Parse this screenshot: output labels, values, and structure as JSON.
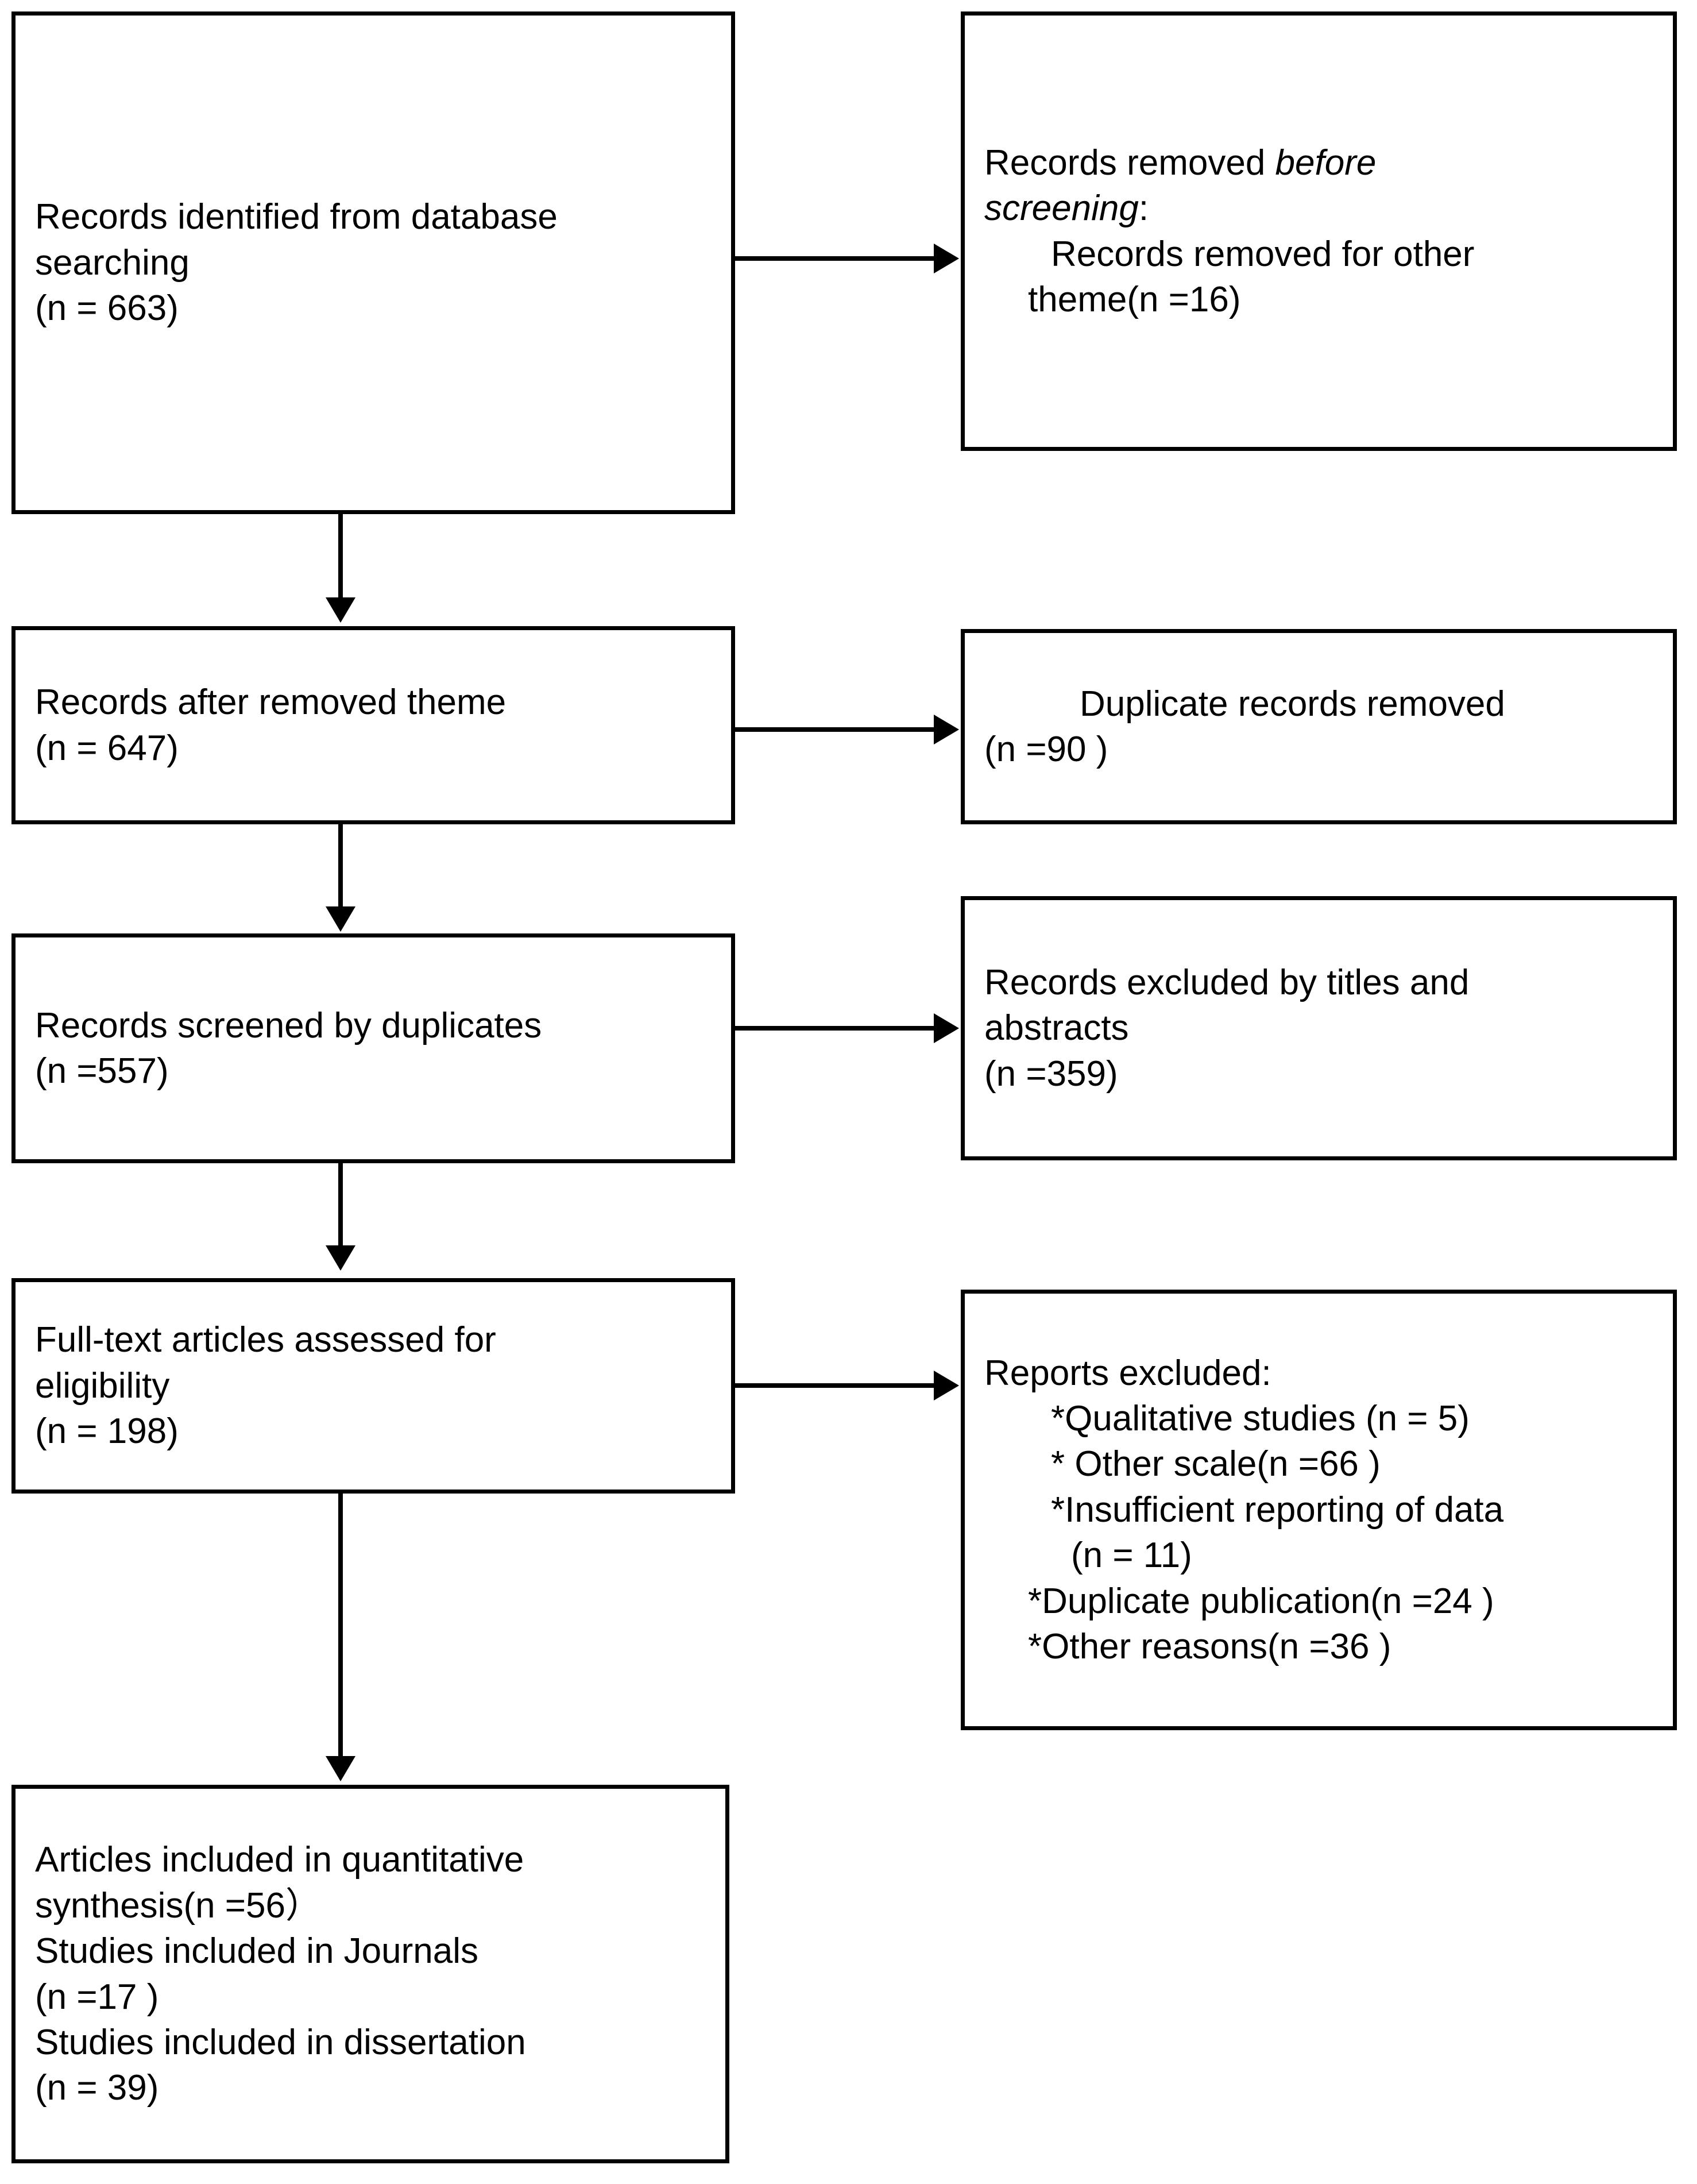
{
  "diagram": {
    "type": "prisma-flow-diagram",
    "title": "PRISMA study selection flow diagram",
    "accent_color": "#000000",
    "background_color": "#ffffff"
  },
  "boxes": {
    "identification": {
      "name": "Records identified from database searching",
      "lines": [
        {
          "text": "Records identified from database",
          "indent": 0,
          "italic": false
        },
        {
          "text": "searching",
          "indent": 0,
          "italic": false
        },
        {
          "text": "(n = 663)",
          "indent": 0,
          "italic": false
        }
      ],
      "count": 663
    },
    "removed_before_screening": {
      "name": "Records removed before screening",
      "lines": [
        {
          "text": "Records removed ",
          "indent": 0,
          "italic": false
        },
        {
          "text": "before",
          "indent": 0,
          "italic": true
        },
        {
          "text": "screening",
          "indent": 0,
          "italic": true
        },
        {
          "text": ":",
          "indent": 0,
          "italic": false
        },
        {
          "text": "Records removed for other",
          "indent": 2,
          "italic": false
        },
        {
          "text": "theme(n =16)",
          "indent": 1,
          "italic": false
        }
      ],
      "count": 16
    },
    "after_removed_theme": {
      "name": "Records after removed theme",
      "lines": [
        {
          "text": "Records after removed theme",
          "indent": 0,
          "italic": false
        },
        {
          "text": "(n = 647)",
          "indent": 0,
          "italic": false
        }
      ],
      "count": 647
    },
    "duplicates_removed": {
      "name": "Duplicate records removed",
      "lines": [
        {
          "text": "Duplicate records removed",
          "indent": 4,
          "italic": false
        },
        {
          "text": "(n =90 )",
          "indent": 0,
          "italic": false
        }
      ],
      "count": 90
    },
    "screened": {
      "name": "Records screened by duplicates",
      "lines": [
        {
          "text": "Records screened by duplicates",
          "indent": 0,
          "italic": false
        },
        {
          "text": "(n =557)",
          "indent": 0,
          "italic": false
        }
      ],
      "count": 557
    },
    "excluded_titles_abstracts": {
      "name": "Records excluded by titles and abstracts",
      "lines": [
        {
          "text": "Records excluded by titles and",
          "indent": 0,
          "italic": false
        },
        {
          "text": "abstracts",
          "indent": 0,
          "italic": false
        },
        {
          "text": "(n =359)",
          "indent": 0,
          "italic": false
        }
      ],
      "count": 359
    },
    "fulltext_assessed": {
      "name": "Full-text articles assessed for eligibility",
      "lines": [
        {
          "text": "Full-text articles assessed for",
          "indent": 0,
          "italic": false
        },
        {
          "text": "eligibility",
          "indent": 0,
          "italic": false
        },
        {
          "text": "(n = 198)",
          "indent": 0,
          "italic": false
        }
      ],
      "count": 198
    },
    "reports_excluded": {
      "name": "Reports excluded",
      "header": "Reports excluded:",
      "lines": [
        {
          "text": "Reports excluded:",
          "indent": 0,
          "italic": false
        },
        {
          "text": "*Qualitative studies (n = 5)",
          "indent": 2,
          "italic": false
        },
        {
          "text": "* Other scale(n =66 )",
          "indent": 2,
          "italic": false
        },
        {
          "text": "*Insufficient reporting of data",
          "indent": 2,
          "italic": false
        },
        {
          "text": "(n = 11)",
          "indent": 3,
          "italic": false
        },
        {
          "text": "*Duplicate publication(n =24 )",
          "indent": 1,
          "italic": false
        },
        {
          "text": "*Other reasons(n =36 )",
          "indent": 1,
          "italic": false
        }
      ],
      "reasons": [
        {
          "label": "*Qualitative studies",
          "count": 5
        },
        {
          "label": "* Other scale",
          "count": 66
        },
        {
          "label": "*Insufficient reporting of data",
          "count": 11
        },
        {
          "label": "*Duplicate publication",
          "count": 24
        },
        {
          "label": "*Other reasons",
          "count": 36
        }
      ]
    },
    "included": {
      "name": "Articles included in quantitative synthesis",
      "lines": [
        {
          "text": "Articles included in quantitative",
          "indent": 0,
          "italic": false
        },
        {
          "text": "synthesis(n =56）",
          "indent": 0,
          "italic": false
        },
        {
          "text": "Studies included in Journals",
          "indent": 0,
          "italic": false
        },
        {
          "text": "(n =17 )",
          "indent": 0,
          "italic": false
        },
        {
          "text": "Studies included in dissertation",
          "indent": 0,
          "italic": false
        },
        {
          "text": "(n = 39)",
          "indent": 0,
          "italic": false
        }
      ],
      "counts": {
        "quantitative_synthesis": 56,
        "journals": 17,
        "dissertation": 39
      }
    }
  },
  "connectors": [
    {
      "name": "identification-to-removed-before-screening",
      "direction": "right"
    },
    {
      "name": "identification-to-after-removed-theme",
      "direction": "down"
    },
    {
      "name": "after-removed-theme-to-duplicates-removed",
      "direction": "right"
    },
    {
      "name": "after-removed-theme-to-screened",
      "direction": "down"
    },
    {
      "name": "screened-to-excluded-titles-abstracts",
      "direction": "right"
    },
    {
      "name": "screened-to-fulltext-assessed",
      "direction": "down"
    },
    {
      "name": "fulltext-assessed-to-reports-excluded",
      "direction": "right"
    },
    {
      "name": "fulltext-assessed-to-included",
      "direction": "down"
    }
  ]
}
